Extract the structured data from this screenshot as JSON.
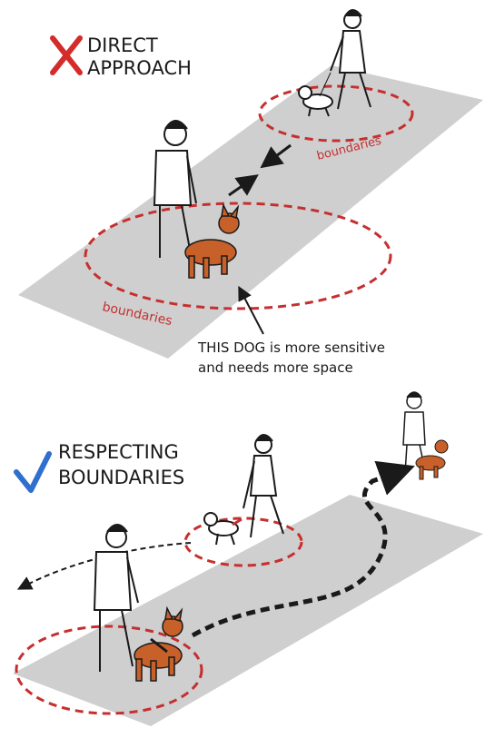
{
  "top_panel": {
    "heading_line1": "DIRECT",
    "heading_line2": "APPROACH",
    "boundary_label_far": "boundaries",
    "boundary_label_near": "boundaries",
    "note_line1": "THIS DOG is more sensitive",
    "note_line2": "and needs more space",
    "mark_icon": "red-x-icon"
  },
  "bottom_panel": {
    "heading_line1": "RESPECTING",
    "heading_line2": "BOUNDARIES",
    "mark_icon": "blue-check-icon"
  },
  "colors": {
    "path": "#cfcfcf",
    "boundary": "#c62f2f",
    "cross": "#d42b2b",
    "check": "#2e6fd0",
    "dog": "#c8602a",
    "ink": "#1a1a1a"
  }
}
